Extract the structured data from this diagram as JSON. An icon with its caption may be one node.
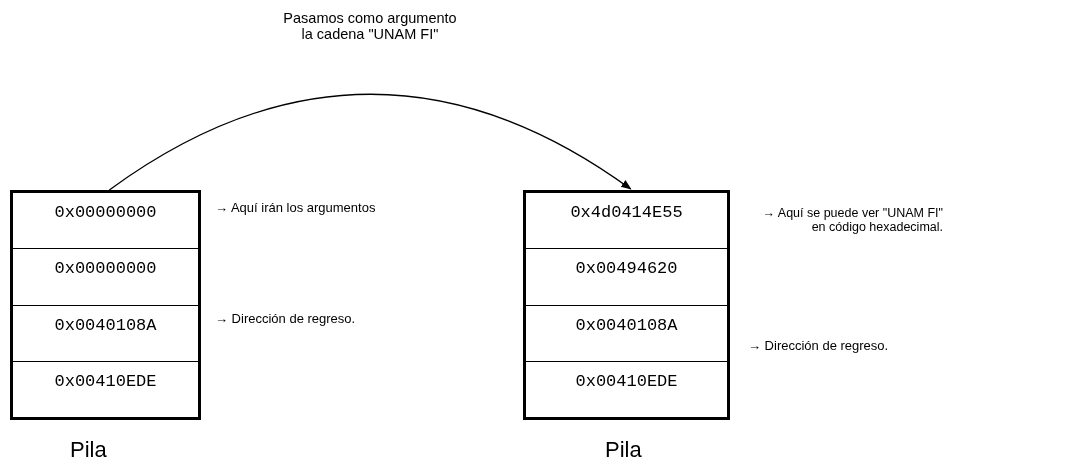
{
  "diagram": {
    "nodes": [
      {
        "text": [],
        "shape": "box",
        "beside": [
          "Pila"
        ]
      },
      {
        "text": [
          "0x00000000"
        ],
        "in": 0
      },
      {
        "text": [
          "0x00000000"
        ],
        "in": 0
      },
      {
        "text": [
          "0x0040108A"
        ],
        "in": 0
      },
      {
        "text": [
          "0x00410EDE"
        ],
        "in": 0
      },
      {
        "text": [],
        "shape": "box",
        "beside": [
          "Pila"
        ]
      },
      {
        "text": [
          "0x4d0414E55"
        ],
        "in": 5
      },
      {
        "text": [
          "0x00494620"
        ],
        "in": 5
      },
      {
        "text": [
          "0x0040108A"
        ],
        "in": 5
      },
      {
        "text": [
          "0x00410EDE"
        ],
        "in": 5
      }
    ],
    "edges": [
      {
        "from": 0,
        "to": 5,
        "arrow": "to",
        "label": "Pasamos como argumento la cadena \"UNAM FI\""
      }
    ],
    "labels": [
      "→ Aquí irán los argumentos",
      "→ Aquí se puede ver \"UNAM FI\" en código hexadecimal.",
      "→ Dirección de regreso.",
      "→ Dirección de regreso."
    ]
  }
}
